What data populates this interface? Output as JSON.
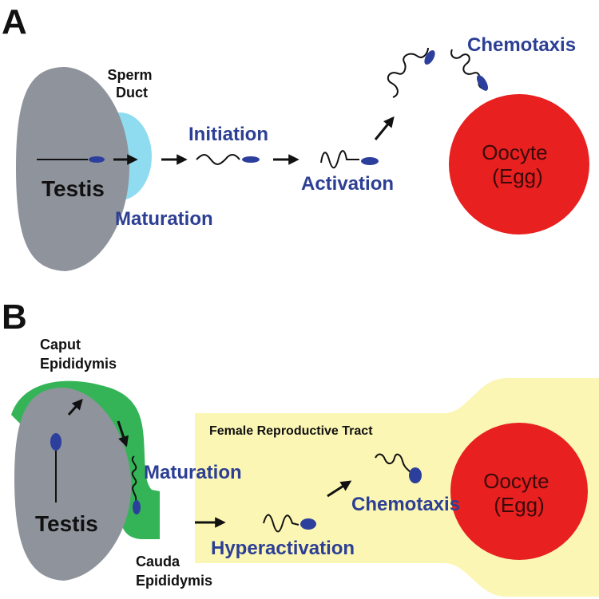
{
  "colors": {
    "testis": "#8f939c",
    "sperm_duct": "#8fdcf0",
    "epididymis": "#34b457",
    "female_tract": "#fcf6b4",
    "oocyte": "#e8201f",
    "sperm_head": "#2d3f9c",
    "blue_label": "#2c3f94",
    "black": "#111111"
  },
  "panel_a": {
    "letter": "A",
    "sperm_duct_label": [
      "Sperm",
      "Duct"
    ],
    "testis_label": "Testis",
    "maturation_label": "Maturation",
    "initiation_label": "Initiation",
    "activation_label": "Activation",
    "chemotaxis_label": "Chemotaxis",
    "oocyte_label": [
      "Oocyte",
      "(Egg)"
    ]
  },
  "panel_b": {
    "letter": "B",
    "caput_label": [
      "Caput",
      "Epididymis"
    ],
    "cauda_label": [
      "Cauda",
      "Epididymis"
    ],
    "testis_label": "Testis",
    "maturation_label": "Maturation",
    "female_tract_label": "Female Reproductive Tract",
    "hyperactivation_label": "Hyperactivation",
    "chemotaxis_label": "Chemotaxis",
    "oocyte_label": [
      "Oocyte",
      "(Egg)"
    ]
  }
}
